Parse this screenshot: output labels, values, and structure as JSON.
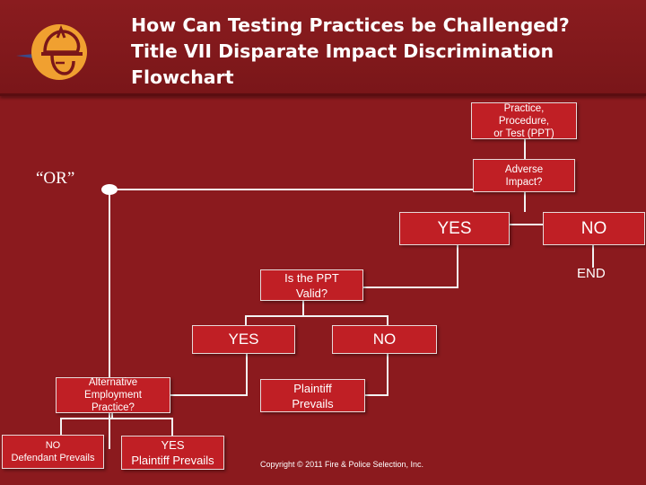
{
  "title": {
    "line1": "How Can Testing Practices be Challenged?",
    "line2": "Title VII Disparate Impact Discrimination",
    "line3": "Flowchart"
  },
  "logo": {
    "icon": "firefighter-helmet-icon",
    "color": "#f0a030"
  },
  "flowchart": {
    "practice": "Practice,\nProcedure,\nor Test (PPT)",
    "adverse_impact": "Adverse\nImpact?",
    "or_label": "“OR”",
    "ai_yes": "YES",
    "ai_no": "NO",
    "end": "END",
    "ppt_valid": "Is the PPT\nValid?",
    "valid_yes": "YES",
    "valid_no": "NO",
    "alternative": "Alternative\nEmployment\nPractice?",
    "plaintiff_prevails_1": "Plaintiff\nPrevails",
    "alt_no": "NO\nDefendant Prevails",
    "alt_yes": "YES\nPlaintiff Prevails"
  },
  "footer": {
    "copyright": "Copyright © 2011 Fire & Police Selection, Inc."
  },
  "colors": {
    "background": "#8b1a1e",
    "box_fill": "#c01f25",
    "line": "#f2f2f2"
  }
}
